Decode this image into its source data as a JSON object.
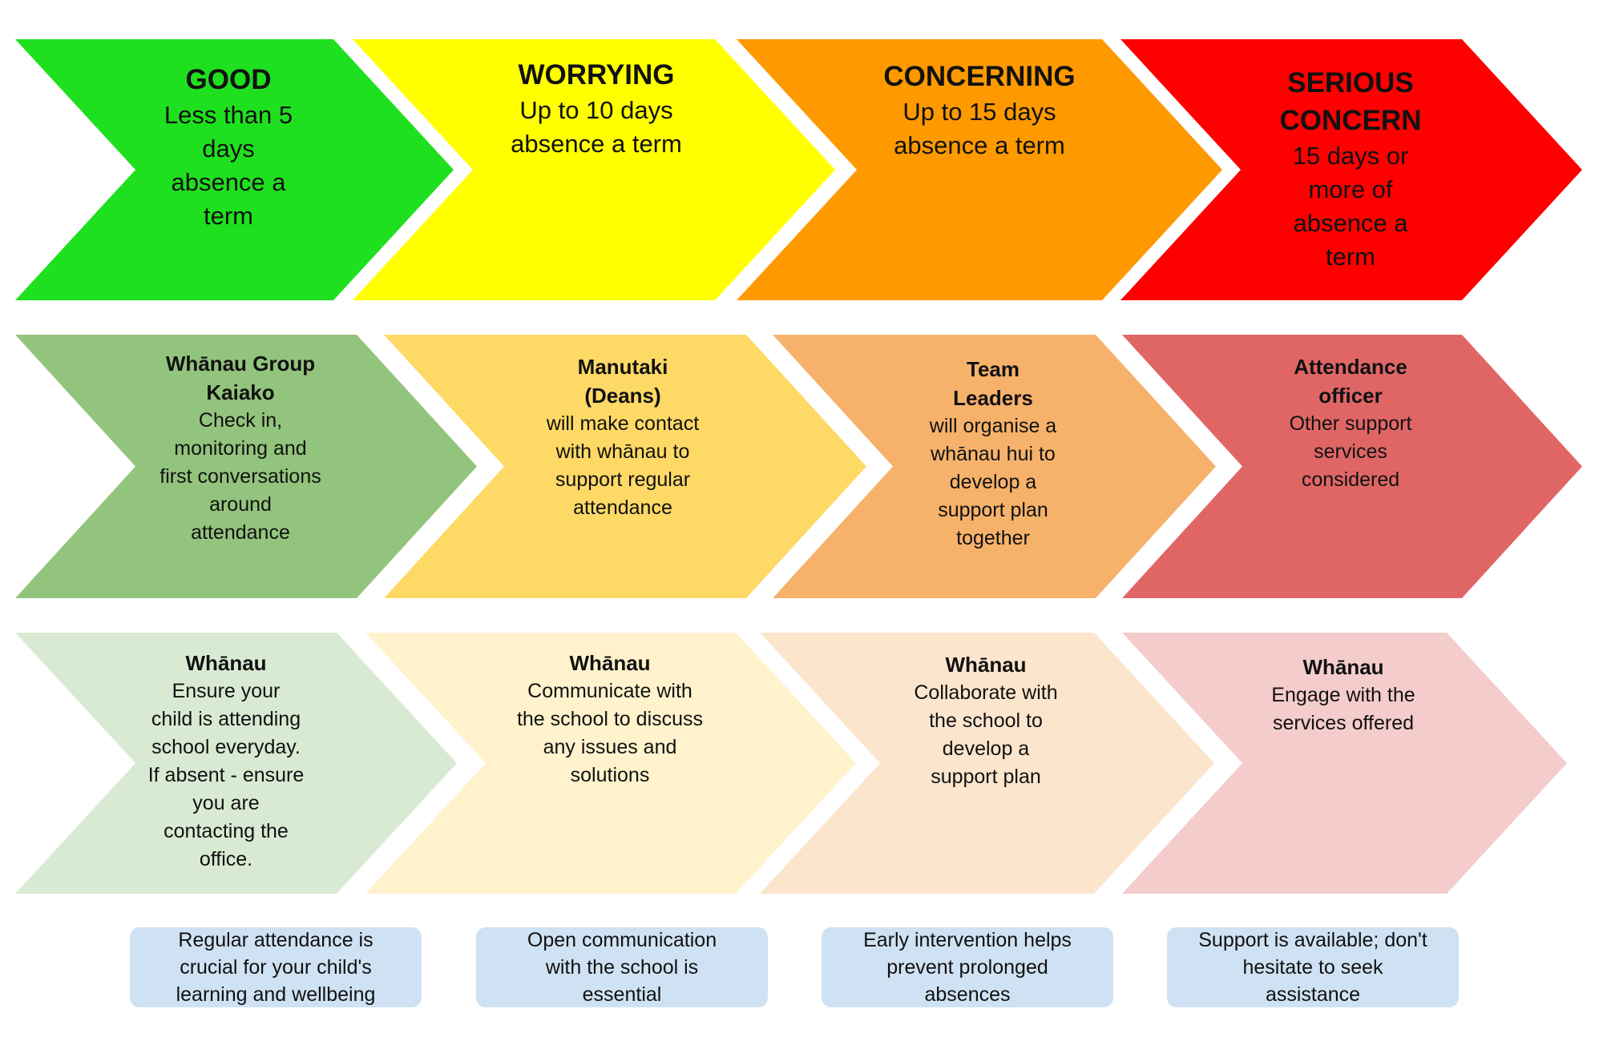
{
  "colors": {
    "row1": [
      "#1fe01f",
      "#ffff00",
      "#ff9900",
      "#ff0000"
    ],
    "row2": [
      "#93c47d",
      "#ffd966",
      "#f6b26b",
      "#e06666"
    ],
    "row3": [
      "#d9ead3",
      "#fff2cc",
      "#fce5cd",
      "#f4cccc"
    ],
    "note": "#cfe2f3"
  },
  "levels": [
    {
      "title": [
        "GOOD"
      ],
      "body": [
        "Less than 5",
        "days",
        "absence a",
        "term"
      ]
    },
    {
      "title": [
        "WORRYING"
      ],
      "body": [
        "Up to 10 days",
        "absence a term"
      ]
    },
    {
      "title": [
        "CONCERNING"
      ],
      "body": [
        "Up to 15 days",
        "absence a term"
      ]
    },
    {
      "title": [
        "SERIOUS",
        "CONCERN"
      ],
      "body": [
        "15 days or",
        "more of",
        "absence a",
        "term"
      ]
    }
  ],
  "school_actions": [
    {
      "title": [
        "Whānau Group",
        "Kaiako"
      ],
      "body": [
        "Check in,",
        "monitoring and",
        "first conversations",
        "around",
        "attendance"
      ]
    },
    {
      "title": [
        "Manutaki",
        "(Deans)"
      ],
      "body": [
        "will make contact",
        "with whānau to",
        "support regular",
        "attendance"
      ]
    },
    {
      "title": [
        "Team",
        "Leaders"
      ],
      "body": [
        "will organise a",
        "whānau hui to",
        "develop a",
        "support plan",
        "together"
      ]
    },
    {
      "title": [
        "Attendance",
        "officer"
      ],
      "body": [
        "Other support",
        "services",
        "considered"
      ]
    }
  ],
  "whanau_actions": [
    {
      "title": [
        "Whānau"
      ],
      "body": [
        "Ensure your",
        "child is attending",
        "school everyday.",
        "If absent - ensure",
        "you are",
        "contacting the",
        "office."
      ]
    },
    {
      "title": [
        "Whānau"
      ],
      "body": [
        "Communicate with",
        "the school to discuss",
        "any issues and",
        "solutions"
      ]
    },
    {
      "title": [
        "Whānau"
      ],
      "body": [
        "Collaborate with",
        "the school to",
        "develop a",
        "support plan"
      ]
    },
    {
      "title": [
        "Whānau"
      ],
      "body": [
        "Engage with the",
        "services offered"
      ]
    }
  ],
  "notes": [
    [
      "Regular attendance is",
      "crucial for your child's",
      "learning and wellbeing"
    ],
    [
      "Open communication",
      "with the school is",
      "essential"
    ],
    [
      "Early intervention helps",
      "prevent prolonged",
      "absences"
    ],
    [
      "Support is available; don't",
      "hesitate to seek",
      "assistance"
    ]
  ]
}
